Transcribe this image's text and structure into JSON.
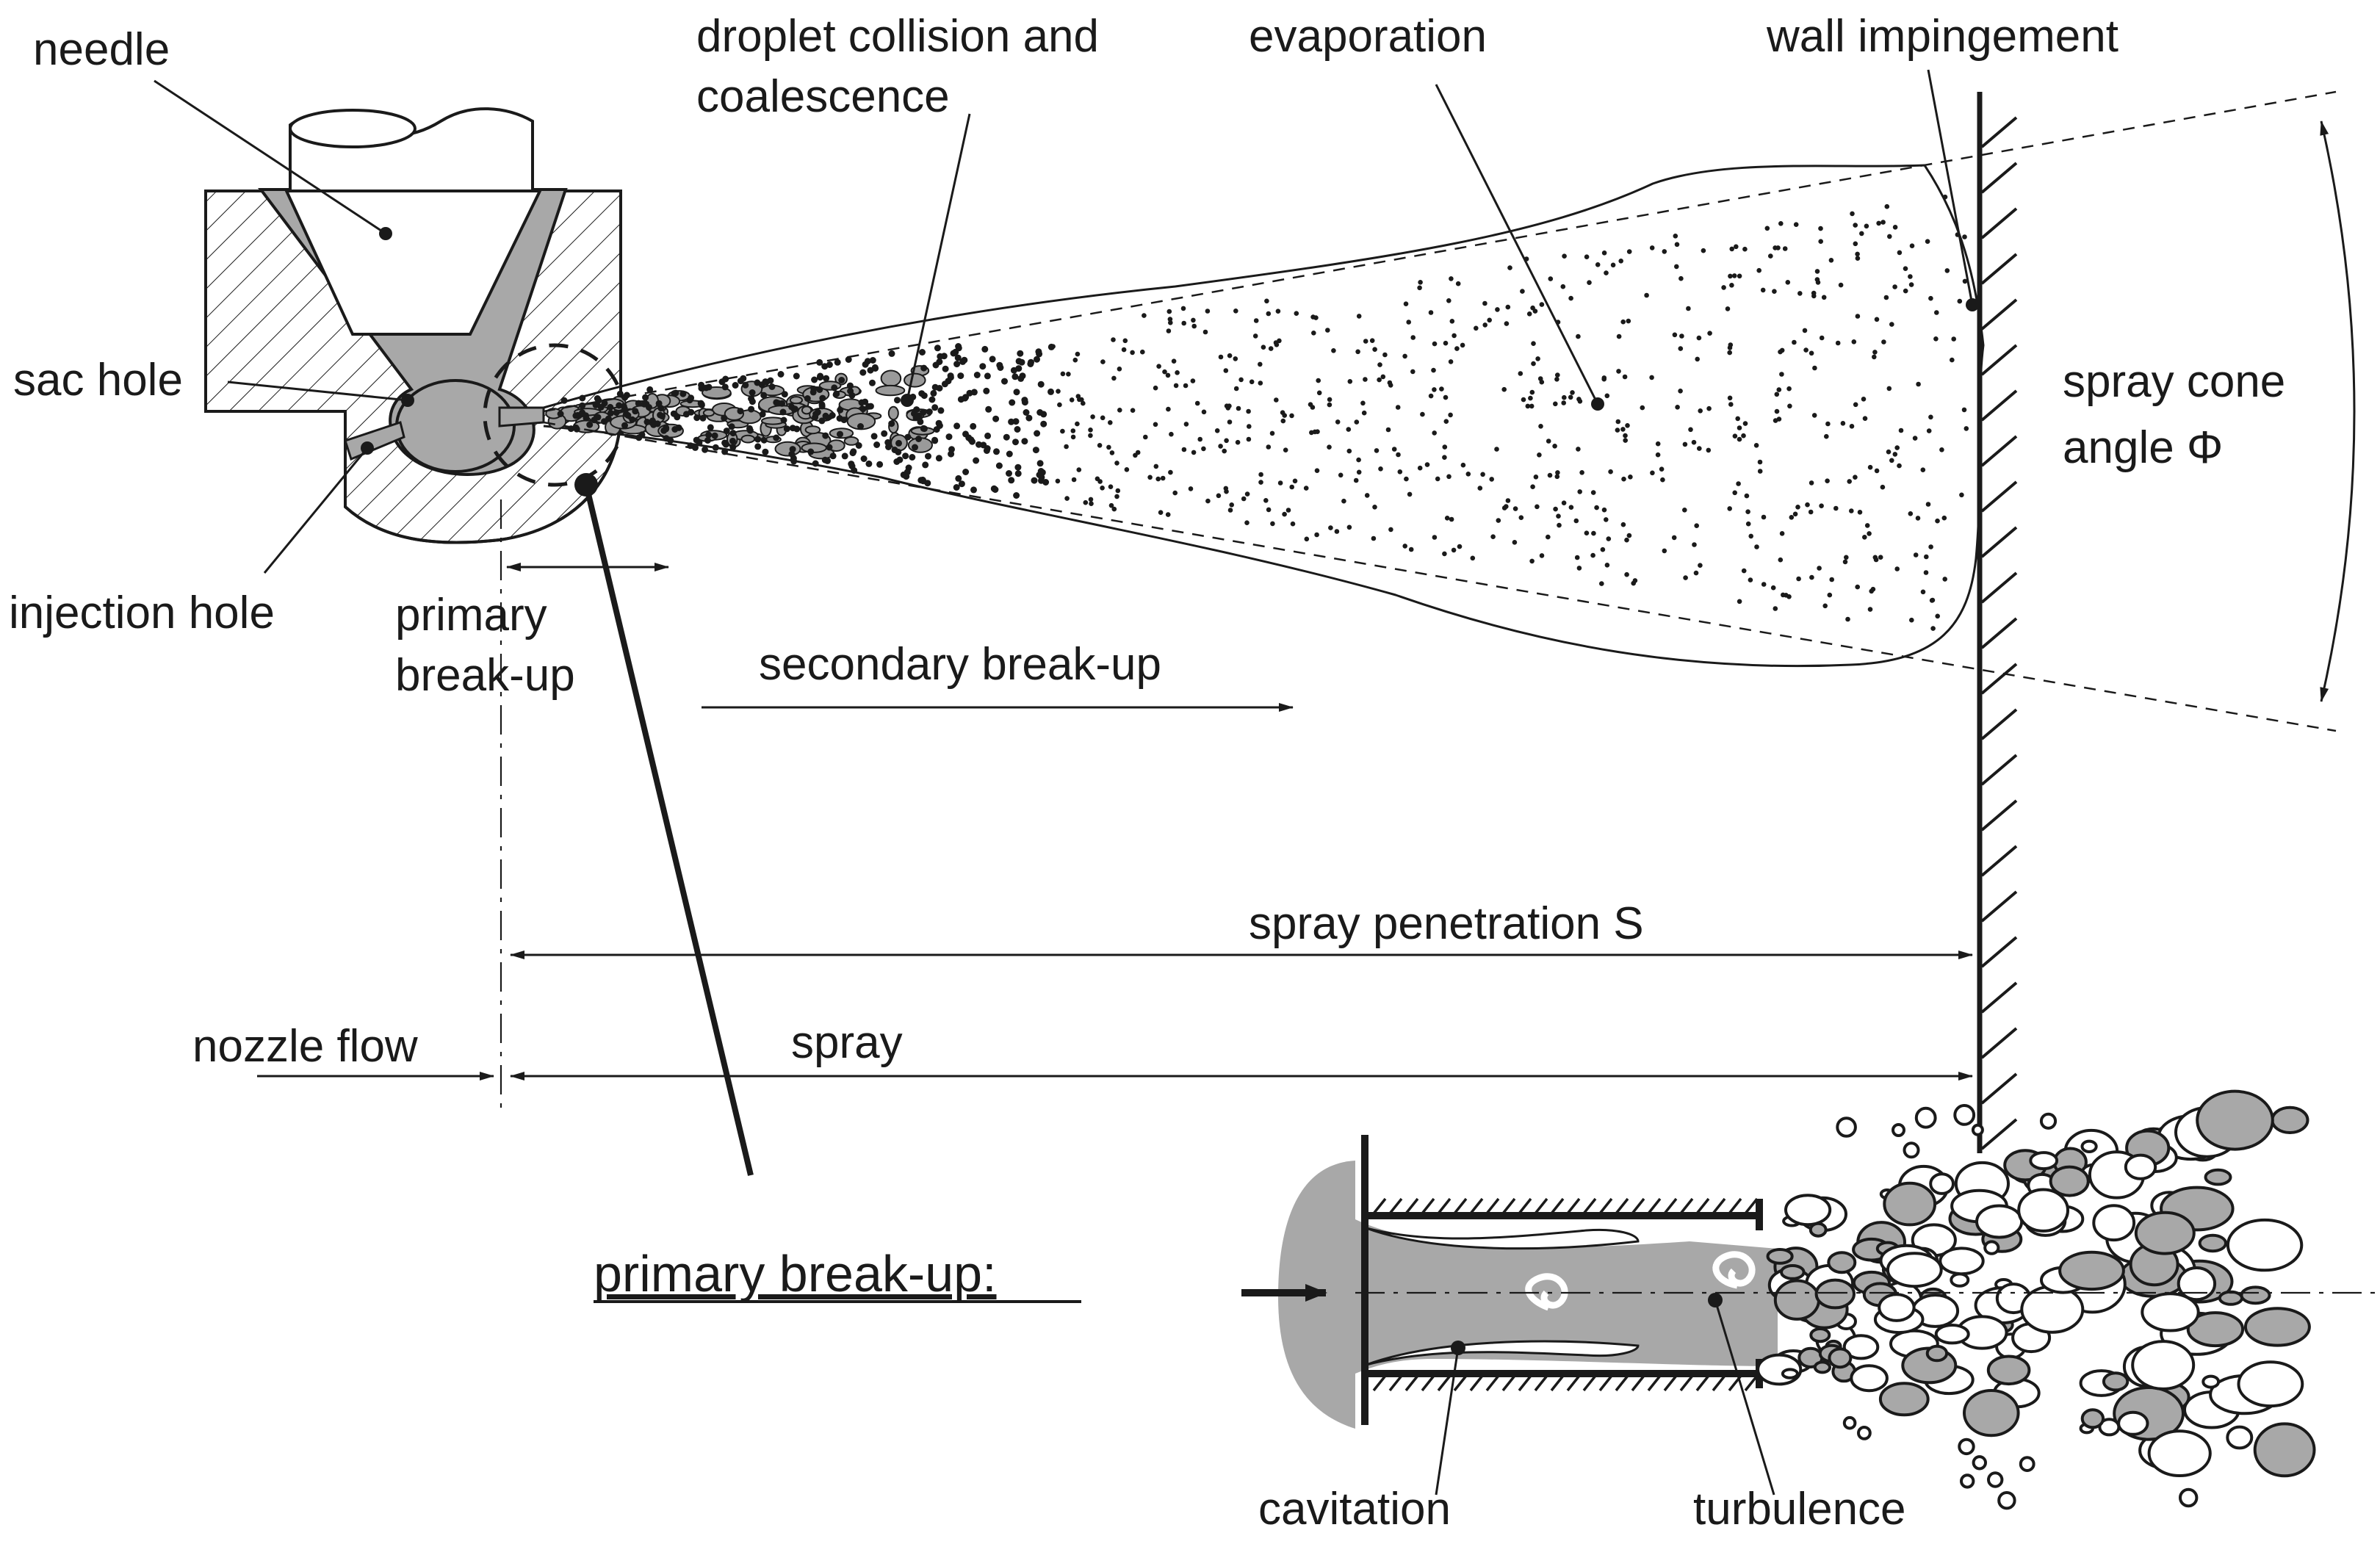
{
  "labels": {
    "needle": "needle",
    "droplet_collision_1": "droplet collision and",
    "droplet_collision_2": "coalescence",
    "evaporation": "evaporation",
    "wall_impingement": "wall impingement",
    "sac_hole": "sac hole",
    "spray_cone_1": "spray cone",
    "spray_cone_2": "angle Φ",
    "injection_hole": "injection hole",
    "primary_breakup_1": "primary",
    "primary_breakup_2": "break-up",
    "secondary_breakup": "secondary break-up",
    "spray_penetration": "spray penetration S",
    "nozzle_flow": "nozzle flow",
    "spray": "spray",
    "primary_breakup_detail": "primary break-up:",
    "cavitation": "cavitation",
    "turbulence": "turbulence"
  }
}
